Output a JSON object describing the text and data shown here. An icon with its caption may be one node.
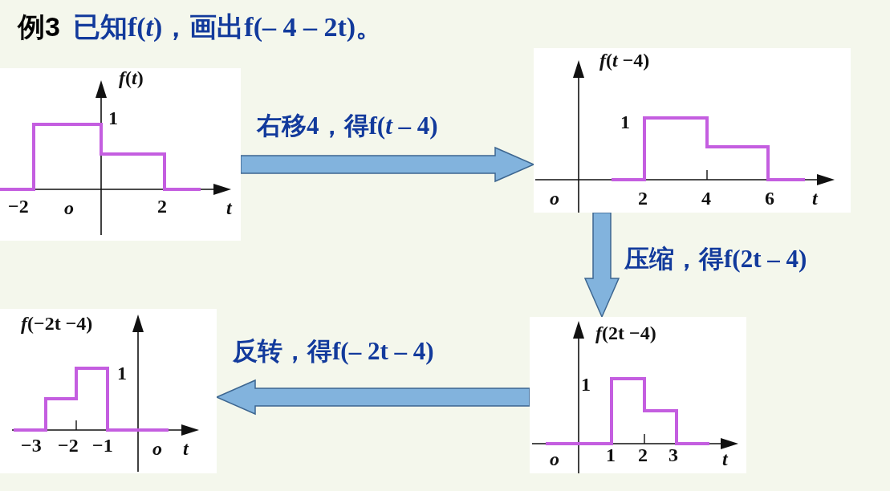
{
  "diagram": {
    "title": "例3",
    "nodes": [
      {
        "text": [
          "*f*(*t*)",
          "1",
          "−2",
          "o",
          "2",
          "t"
        ]
      },
      {
        "text": [
          "*f*(*t* −4)",
          "1",
          "o",
          "2",
          "4",
          "6",
          "t"
        ]
      },
      {
        "text": [
          "*f*(2t −4)",
          "1",
          "o",
          "1",
          "2",
          "3",
          "t"
        ]
      },
      {
        "text": [
          "*f*(−2t −4)",
          "1",
          "−3",
          "−2",
          "−1",
          "o",
          "t"
        ]
      }
    ],
    "edges": [
      {
        "from": 0,
        "to": 1,
        "arrow": "to",
        "label": "右移4，得f(*t* – 4)"
      },
      {
        "from": 1,
        "to": 2,
        "arrow": "to",
        "label": "压缩，得f(2t – 4)"
      },
      {
        "from": 2,
        "to": 3,
        "arrow": "to",
        "label": "反转，得f(– 2t – 4)"
      }
    ],
    "labels": [
      "已知f(*t*)，画出f(– 4 – 2t)。"
    ]
  }
}
